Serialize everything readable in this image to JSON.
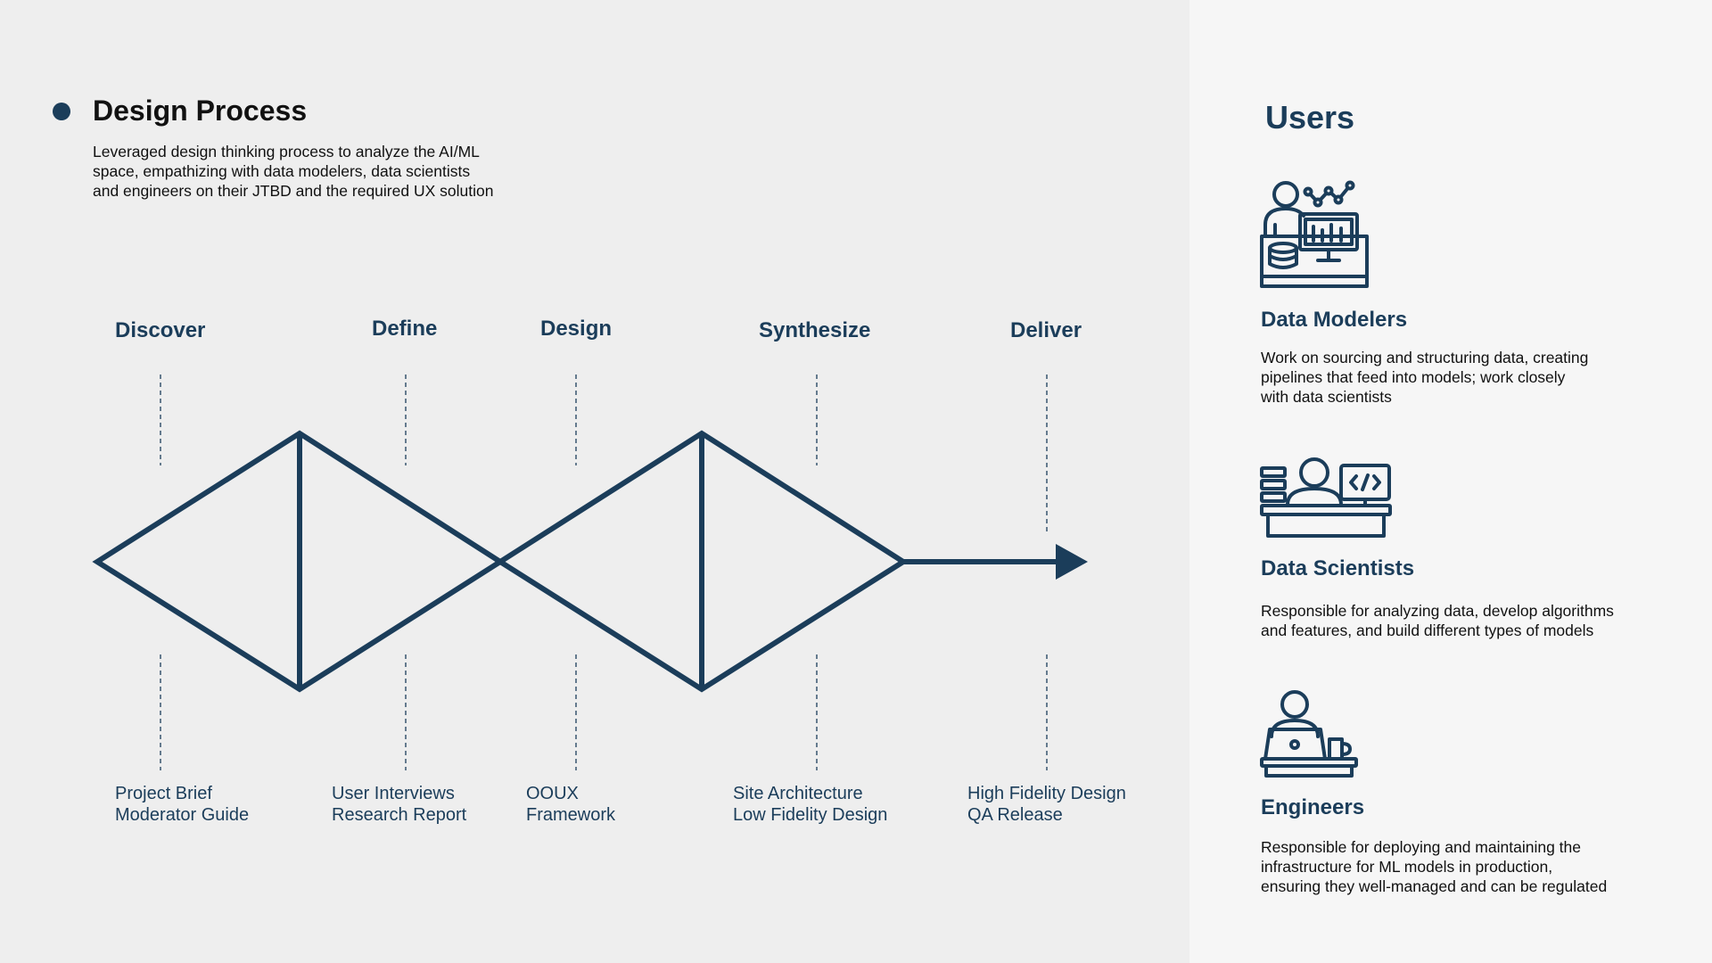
{
  "process": {
    "title": "Design Process",
    "intro_lines": [
      "Leveraged design thinking process to analyze the AI/ML",
      "space, empathizing with data modelers, data scientists",
      "and engineers on their JTBD and the required UX solution"
    ],
    "stages": [
      {
        "label": "Discover",
        "outputs": [
          "Project Brief",
          "Moderator Guide"
        ]
      },
      {
        "label": "Define",
        "outputs": [
          "User Interviews",
          "Research Report"
        ]
      },
      {
        "label": "Design",
        "outputs": [
          "OOUX",
          "Framework"
        ]
      },
      {
        "label": "Synthesize",
        "outputs": [
          "Site Architecture",
          "Low Fidelity Design"
        ]
      },
      {
        "label": "Deliver",
        "outputs": [
          "High Fidelity Design",
          "QA Release"
        ]
      }
    ]
  },
  "users": {
    "title": "Users",
    "items": [
      {
        "name": "Data Modelers",
        "icon": "data-modeler-icon",
        "desc_lines": [
          "Work on sourcing and structuring data, creating",
          "pipelines that feed into models; work closely",
          "with data scientists"
        ]
      },
      {
        "name": "Data Scientists",
        "icon": "data-scientist-icon",
        "desc_lines": [
          "Responsible for analyzing data, develop algorithms",
          "and features, and build different types of models"
        ]
      },
      {
        "name": "Engineers",
        "icon": "engineer-icon",
        "desc_lines": [
          "Responsible for deploying and maintaining the",
          "infrastructure for ML models in production,",
          "ensuring they well-managed and can be regulated"
        ]
      }
    ]
  },
  "colors": {
    "primary": "#1b3d5a",
    "left_bg": "#eeeeee",
    "right_bg": "#f6f6f6",
    "text": "#111111"
  }
}
